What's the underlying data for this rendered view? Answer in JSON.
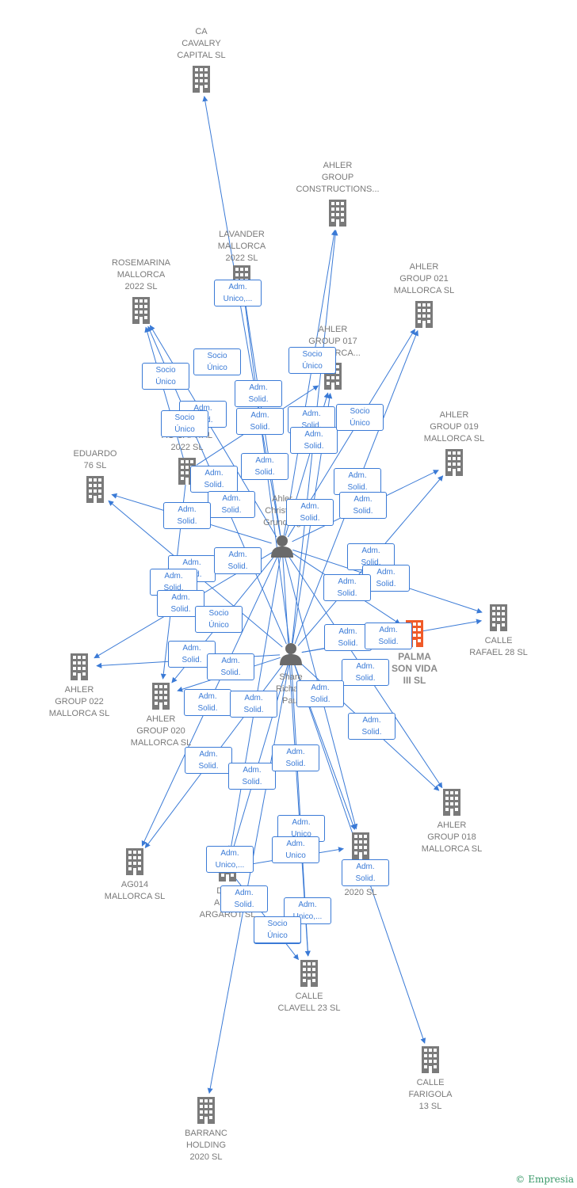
{
  "colors": {
    "edge": "#3a7ad6",
    "company": "#7a7a7a",
    "focus_company": "#f05a28",
    "person": "#6a6a6a"
  },
  "nodes": [
    {
      "id": "ca_cavalry",
      "label": "CA\nCAVALRY\nCAPITAL  SL",
      "type": "company"
    },
    {
      "id": "ahler_constructions",
      "label": "AHLER\nGROUP\nCONSTRUCTIONS...",
      "type": "company"
    },
    {
      "id": "lavander",
      "label": "LAVANDER\nMALLORCA\n2022  SL",
      "type": "company"
    },
    {
      "id": "rosemarina",
      "label": "ROSEMARINA\nMALLORCA\n2022  SL",
      "type": "company"
    },
    {
      "id": "ahler_021",
      "label": "AHLER\nGROUP 021\nMALLORCA  SL",
      "type": "company"
    },
    {
      "id": "ahler_017",
      "label": "AHLER\nGROUP 017\nMALLORCA...",
      "type": "company"
    },
    {
      "id": "ahler_019",
      "label": "AHLER\nGROUP 019\nMALLORCA  SL",
      "type": "company"
    },
    {
      "id": "ag_capital",
      "label": "AG CAPITAL\n2022  SL",
      "type": "company"
    },
    {
      "id": "eduardo",
      "label": "EDUARDO\n76  SL",
      "type": "company"
    },
    {
      "id": "person_christian",
      "label": "Ahler\nChristian\nGrundtvig",
      "type": "person"
    },
    {
      "id": "calle_rafael",
      "label": "CALLE\nRAFAEL 28  SL",
      "type": "company"
    },
    {
      "id": "palma_son_vida",
      "label": "PALMA\nSON VIDA\nIII  SL",
      "type": "focus"
    },
    {
      "id": "person_richard",
      "label": "Share\nRichard\nPaul",
      "type": "person"
    },
    {
      "id": "ahler_022",
      "label": "AHLER\nGROUP 022\nMALLORCA  SL",
      "type": "company"
    },
    {
      "id": "ahler_020",
      "label": "AHLER\nGROUP 020\nMALLORCA  SL",
      "type": "company"
    },
    {
      "id": "ahler_018",
      "label": "AHLER\nGROUP 018\nMALLORCA  SL",
      "type": "company"
    },
    {
      "id": "ag014",
      "label": "AG014\nMALLORCA  SL",
      "type": "company"
    },
    {
      "id": "dist_argarot",
      "label": "DIS...\nARTI...\nARGAROT  SL",
      "type": "company"
    },
    {
      "id": "m_2020",
      "label": "M...\n...\n2020  SL",
      "type": "company"
    },
    {
      "id": "calle_clavell",
      "label": "CALLE\nCLAVELL 23  SL",
      "type": "company"
    },
    {
      "id": "calle_farigola",
      "label": "CALLE\nFARIGOLA\n13  SL",
      "type": "company"
    },
    {
      "id": "barranc",
      "label": "BARRANC\nHOLDING\n2020  SL",
      "type": "company"
    }
  ],
  "edges": [
    {
      "from": "person_christian",
      "to": "ca_cavalry"
    },
    {
      "from": "person_christian",
      "to": "ahler_constructions"
    },
    {
      "from": "person_christian",
      "to": "lavander"
    },
    {
      "from": "person_christian",
      "to": "rosemarina"
    },
    {
      "from": "person_christian",
      "to": "ahler_021"
    },
    {
      "from": "person_christian",
      "to": "ahler_017"
    },
    {
      "from": "person_christian",
      "to": "ahler_019"
    },
    {
      "from": "person_christian",
      "to": "eduardo"
    },
    {
      "from": "person_christian",
      "to": "calle_rafael"
    },
    {
      "from": "person_christian",
      "to": "palma_son_vida"
    },
    {
      "from": "person_christian",
      "to": "ahler_022"
    },
    {
      "from": "person_christian",
      "to": "ahler_020"
    },
    {
      "from": "person_christian",
      "to": "ahler_018"
    },
    {
      "from": "person_christian",
      "to": "ag014"
    },
    {
      "from": "person_christian",
      "to": "dist_argarot"
    },
    {
      "from": "person_christian",
      "to": "m_2020"
    },
    {
      "from": "person_christian",
      "to": "calle_clavell"
    },
    {
      "from": "person_richard",
      "to": "lavander"
    },
    {
      "from": "person_richard",
      "to": "rosemarina"
    },
    {
      "from": "person_richard",
      "to": "ahler_constructions"
    },
    {
      "from": "person_richard",
      "to": "ahler_021"
    },
    {
      "from": "person_richard",
      "to": "ahler_017"
    },
    {
      "from": "person_richard",
      "to": "ahler_019"
    },
    {
      "from": "person_richard",
      "to": "eduardo"
    },
    {
      "from": "person_richard",
      "to": "calle_rafael"
    },
    {
      "from": "person_richard",
      "to": "palma_son_vida"
    },
    {
      "from": "person_richard",
      "to": "ahler_022"
    },
    {
      "from": "person_richard",
      "to": "ahler_020"
    },
    {
      "from": "person_richard",
      "to": "ahler_018"
    },
    {
      "from": "person_richard",
      "to": "ag014"
    },
    {
      "from": "person_richard",
      "to": "dist_argarot"
    },
    {
      "from": "person_richard",
      "to": "m_2020"
    },
    {
      "from": "person_richard",
      "to": "calle_clavell"
    },
    {
      "from": "person_richard",
      "to": "calle_farigola"
    },
    {
      "from": "person_richard",
      "to": "barranc"
    },
    {
      "from": "ag_capital",
      "to": "rosemarina"
    },
    {
      "from": "ag_capital",
      "to": "ahler_017"
    },
    {
      "from": "ag_capital",
      "to": "ahler_020"
    },
    {
      "from": "dist_argarot",
      "to": "calle_clavell"
    },
    {
      "from": "dist_argarot",
      "to": "m_2020"
    }
  ],
  "edge_labels": [
    "Adm.\nUnico,...",
    "Socio\nÚnico",
    "Socio\nÚnico",
    "Adm.\nSolid.",
    "Adm.\nSolid.",
    "Adm.\nSolid.",
    "Socio\nÚnico",
    "Adm.\nSolid.",
    "Adm.\nSolid.",
    "Adm.\nSolid.",
    "Adm.\nSolid.",
    "Adm.\nSolid.",
    "Adm.\nSolid.",
    "Adm.\nSolid.",
    "Adm.\nSolid.",
    "Adm.\nSolid.",
    "Adm.\nSolid.",
    "Adm.\nSolid.",
    "Adm.\nSolid.",
    "Adm.\nSolid.",
    "Socio\nÚnico",
    "Adm.\nSolid.",
    "Adm.\nSolid.",
    "Adm.\nSolid.",
    "Adm.\nSolid.",
    "Adm.\nSolid.",
    "Adm.\nSolid.",
    "Adm.\nSolid.",
    "Adm.\nSolid.",
    "Adm.\nSolid.",
    "Adm.\nSolid.",
    "Adm.\nSolid.",
    "Adm.\nSolid.",
    "Adm.\nSolid.",
    "Adm.\nSolid.",
    "Adm.\nSolid.",
    "Adm.\nUnico",
    "Adm.\nUnico",
    "Adm.\nSolid.",
    "Adm.\nSolid.",
    "Adm.\nSolid.",
    "Socio\nÚnico",
    "Socio\nÚnico",
    "Adm.\nUnico,...",
    "Adm.\nUnico,...",
    "Socio\nÚnico"
  ],
  "brand": {
    "copyright": "©",
    "name": "Empresia"
  }
}
